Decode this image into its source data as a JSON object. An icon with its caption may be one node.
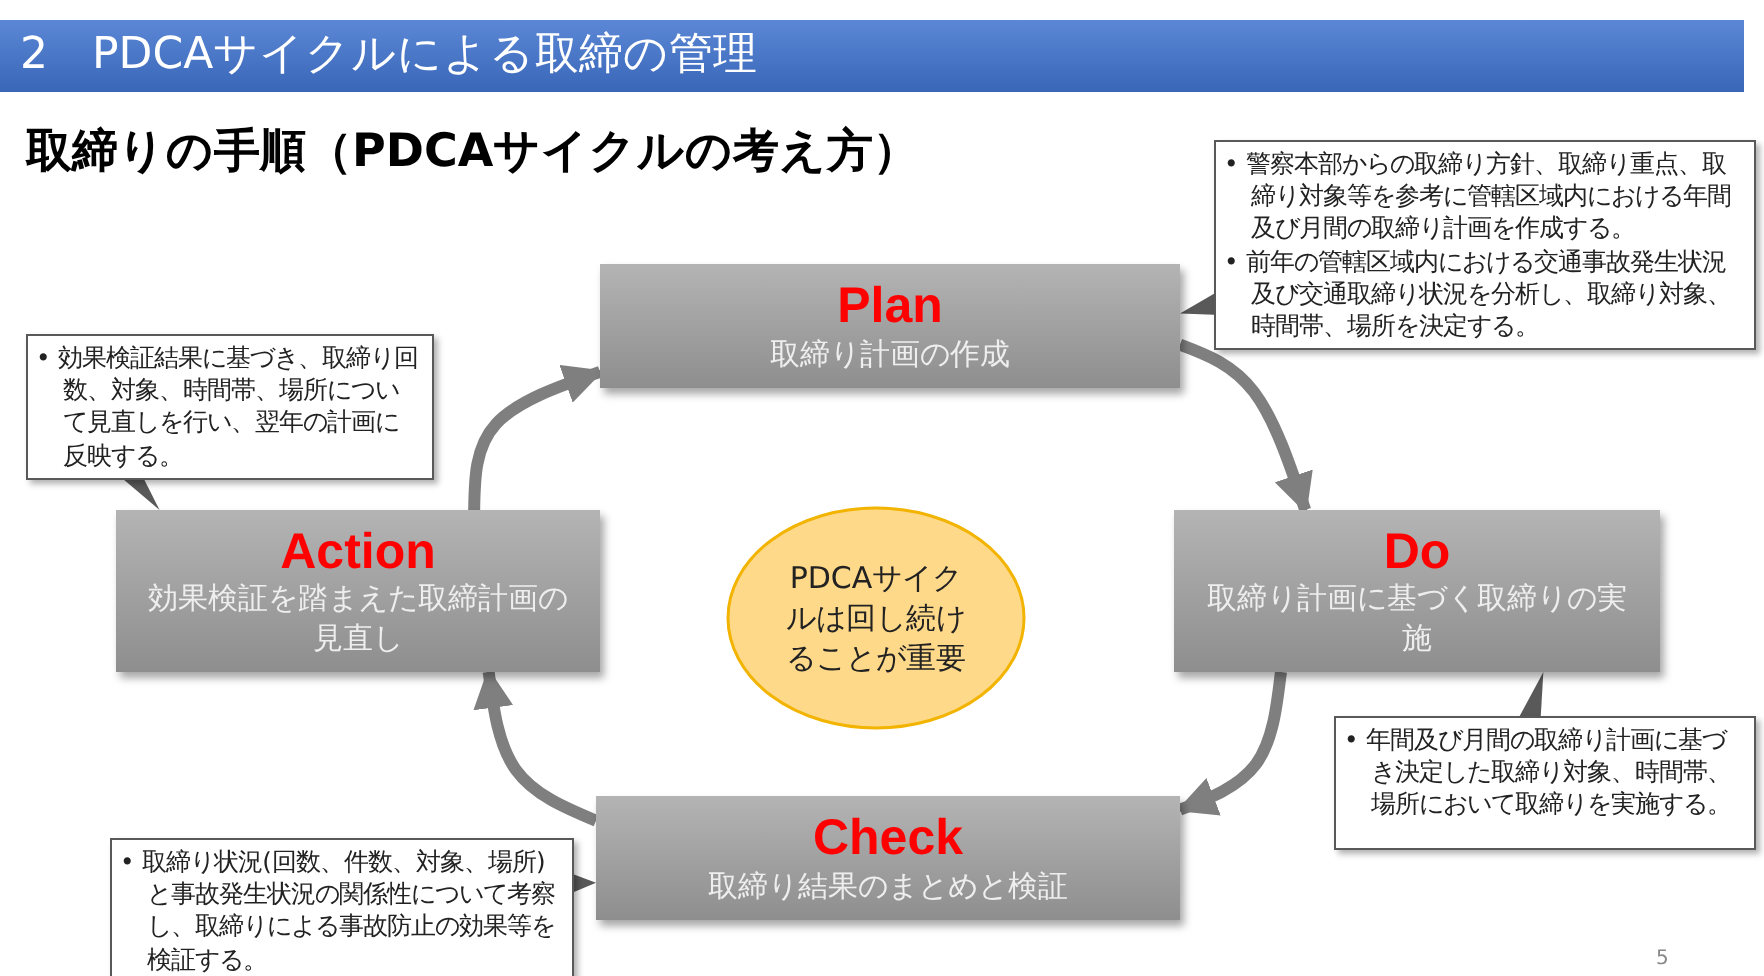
{
  "diagram": {
    "title": "2　PDCAサイクルによる取締の管理",
    "nodes": [
      {
        "text": [
          "Plan",
          "取締り計画の作成"
        ]
      },
      {
        "text": [
          "Do",
          "取締り計画に基づく取締りの実施"
        ]
      },
      {
        "text": [
          "Check",
          "取締り結果のまとめと検証"
        ]
      },
      {
        "text": [
          "Action",
          "効果検証を踏まえた取締計画の見直し"
        ]
      },
      {
        "text": [
          "PDCAサイクルは回し続けることが重要"
        ]
      },
      {
        "text": [
          "• 警察本部からの取締り方針、取締り重点、取締り対象等を参考に管轄区域内における年間及び月間の取締り計画を作成する。",
          "• 前年の管轄区域内における交通事故発生状況及び交通取締り状況を分析し、取締り対象、時間帯、場所を決定する。"
        ]
      },
      {
        "text": [
          "• 効果検証結果に基づき、取締り回数、対象、時間帯、場所について見直しを行い、翌年の計画に反映する。"
        ]
      },
      {
        "text": [
          "• 年間及び月間の取締り計画に基づき決定した取締り対象、時間帯、場所において取締りを実施する。"
        ]
      },
      {
        "text": [
          "• 取締り状況(回数、件数、対象、場所)と事故発生状況の関係性について考察し、取締りによる事故防止の効果等を検証する。"
        ]
      }
    ],
    "edges": [
      {
        "from": 0,
        "to": 1,
        "arrow": "to"
      },
      {
        "from": 1,
        "to": 2,
        "arrow": "to"
      },
      {
        "from": 2,
        "to": 3,
        "arrow": "to"
      },
      {
        "from": 3,
        "to": 0,
        "arrow": "to"
      },
      {
        "from": 5,
        "to": 0,
        "arrow": "to"
      },
      {
        "from": 6,
        "to": 3,
        "arrow": "to"
      },
      {
        "from": 7,
        "to": 1,
        "arrow": "to"
      },
      {
        "from": 8,
        "to": 2,
        "arrow": "to"
      }
    ],
    "labels": [
      "取締りの手順（PDCAサイクルの考え方）",
      "5"
    ]
  }
}
